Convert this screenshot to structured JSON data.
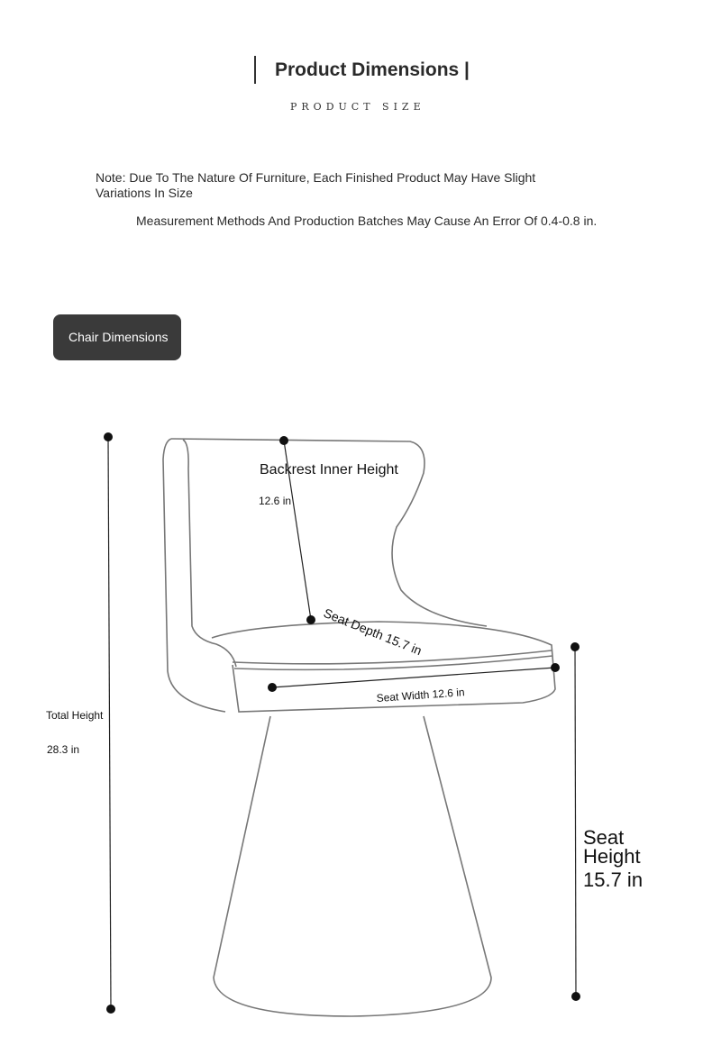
{
  "header": {
    "title": "Product Dimensions |",
    "subtitle": "PRODUCT SIZE"
  },
  "notes": {
    "line1": "Note: Due To The Nature Of Furniture, Each Finished Product May Have Slight Variations In Size",
    "line2": "Measurement Methods And Production Batches May Cause An Error Of 0.4-0.8 in."
  },
  "section_chip": "Chair Dimensions",
  "dimensions": {
    "backrest_label": "Backrest Inner Height",
    "backrest_value": "12.6 in",
    "seat_depth": "Seat Depth 15.7 in",
    "seat_width": "Seat Width 12.6 in",
    "total_height_label": "Total Height",
    "total_height_value": "28.3 in",
    "seat_height_line1": "Seat",
    "seat_height_line2": "Height",
    "seat_height_value": "15.7 in"
  }
}
